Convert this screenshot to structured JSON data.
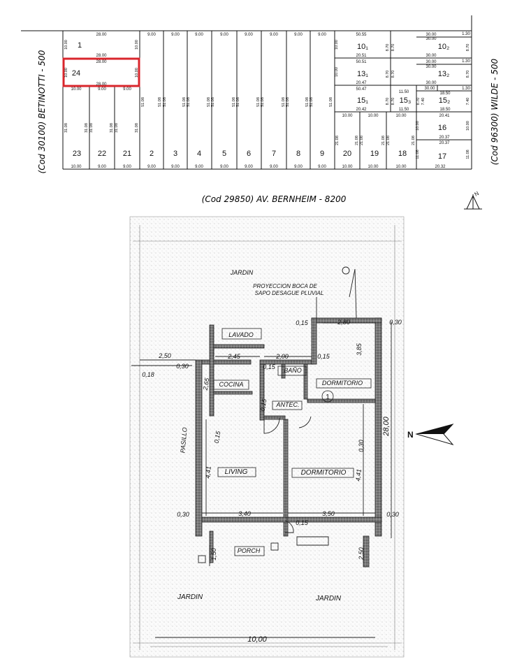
{
  "site_plan": {
    "street_left": "(Cod 30100) BETINOTTI - 500",
    "street_right": "(Cod 96300) WILDE - 500",
    "street_bottom": "(Cod 29850) AV. BERNHEIM - 8200",
    "highlight_color": "#d9262c",
    "north_symbol": "N",
    "top_widths": [
      "28.00",
      "9.00",
      "9.00",
      "9.00",
      "9.00",
      "9.00",
      "9.00",
      "9.00",
      "9.00"
    ],
    "bottom_lot_numbers": [
      "23",
      "22",
      "21",
      "2",
      "3",
      "4",
      "5",
      "6",
      "7",
      "8",
      "9",
      "20",
      "19",
      "18",
      "17"
    ],
    "bottom_widths": [
      "10.00",
      "9.00",
      "9.00",
      "9.00",
      "9.00",
      "9.00",
      "9.00",
      "9.00",
      "9.00",
      "9.00",
      "9.00",
      "10.00",
      "10.00",
      "10.00",
      "20.32"
    ],
    "depth_51": "51.08",
    "depth_31": "31.08",
    "depth_21": "21.08",
    "depth_11": "11.08",
    "lot_1": {
      "number": "1",
      "top": "28.00",
      "bottom": "28.00",
      "side": "10.00"
    },
    "lot_24": {
      "number": "24",
      "top": "28.00",
      "bottom": "28.00",
      "side": "10.00"
    },
    "row_widths_left": [
      "10.00",
      "9.00",
      "9.00"
    ],
    "lot_10_1": {
      "number": "10₁",
      "top": "50.55",
      "bottom": "20.51",
      "side": "10.00",
      "mid": "8.70"
    },
    "lot_10_2": {
      "number": "10₂",
      "top": "30.00",
      "bottom": "30.00",
      "side": "8.70",
      "corner": "1.30"
    },
    "lot_13_1": {
      "number": "13₁",
      "top": "50.51",
      "bottom": "20.47",
      "side": "10.00",
      "mid": "8.70"
    },
    "lot_13_2": {
      "number": "13₂",
      "top": "30.00",
      "bottom": "30.00",
      "side": "8.70",
      "corner": "1.30"
    },
    "lot_15_1": {
      "number": "15₁",
      "top": "50.47",
      "bottom": "20.42",
      "side": "8.70"
    },
    "lot_15_3": {
      "number": "15₃",
      "top": "11.50",
      "bottom": "11.50",
      "side": "8.70"
    },
    "lot_15_2": {
      "number": "15₂",
      "top": "30.00",
      "mid": "18.50",
      "bottom": "18.50",
      "side": "7.40",
      "corner": "1.30"
    },
    "lot_16": {
      "number": "16",
      "top": "20.41",
      "bottom": "20.37",
      "side": "10.00"
    },
    "lot_17": {
      "number": "17",
      "top": "20.37",
      "bottom": "20.32",
      "side": "11.08"
    },
    "lot_20_row_widths": [
      "10.00",
      "10.00",
      "10.00"
    ]
  },
  "floor_plan": {
    "jardin_top": "JARDIN",
    "proyeccion": [
      "PROYECCION BOCA DE",
      "SAPO DESAGUE PLUVIAL"
    ],
    "rooms": {
      "lavado": "LAVADO",
      "cocina": "COCINA",
      "bano": "BAÑO",
      "dormitorio1": "DORMITORIO",
      "antec": "ANTEC.",
      "pasillo": "PASILLO",
      "living": "LIVING",
      "dormitorio2": "DORMITORIO",
      "porch": "PORCH",
      "jardin_left": "JARDIN",
      "jardin_right": "JARDIN"
    },
    "dims": {
      "d_015_a": "0,15",
      "d_280": "2,80",
      "d_030_r": "0,30",
      "d_250": "2,50",
      "d_030_l": "0,30",
      "d_018": "0,18",
      "d_245": "2,45",
      "d_200": "2,00",
      "d_015_b": "0,15",
      "d_015_c": "0,15",
      "d_385": "3,85",
      "d_015_d": "0,15",
      "d_265": "2,65",
      "d_015_e": "0,15",
      "d_030_m": "0,30",
      "d_441_a": "4,41",
      "d_441_b": "4,41",
      "d_030_b": "0,30",
      "d_340": "3,40",
      "d_015_f": "0,15",
      "d_350": "3,50",
      "d_030_rb": "0,30",
      "d_150": "1,50",
      "d_250_b": "2,50",
      "d_2800": "28,00",
      "d_1000": "10,00"
    },
    "room_number": "1",
    "north": "N"
  }
}
